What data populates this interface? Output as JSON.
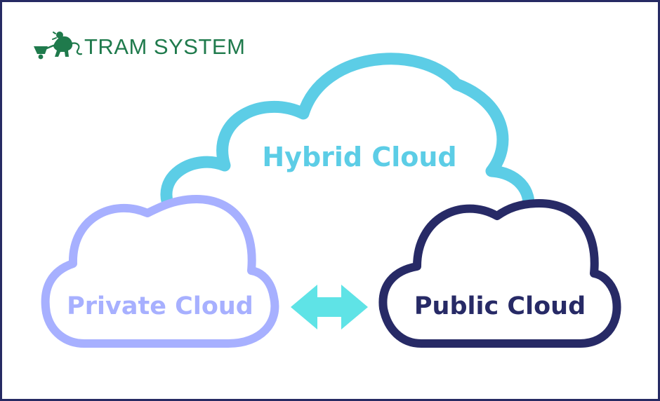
{
  "logo": {
    "text": "TRAM SYSTEM",
    "icon": "chimp-pushing-cart-icon"
  },
  "diagram": {
    "hybrid_label": "Hybrid Cloud",
    "private_label": "Private Cloud",
    "public_label": "Public Cloud",
    "connector": "double-arrow-icon"
  },
  "colors": {
    "frame": "#262a63",
    "brand": "#1f7a4c",
    "hybrid": "#5ccde6",
    "private": "#a7b0ff",
    "public": "#272a66",
    "arrow": "#5fe3e6"
  }
}
